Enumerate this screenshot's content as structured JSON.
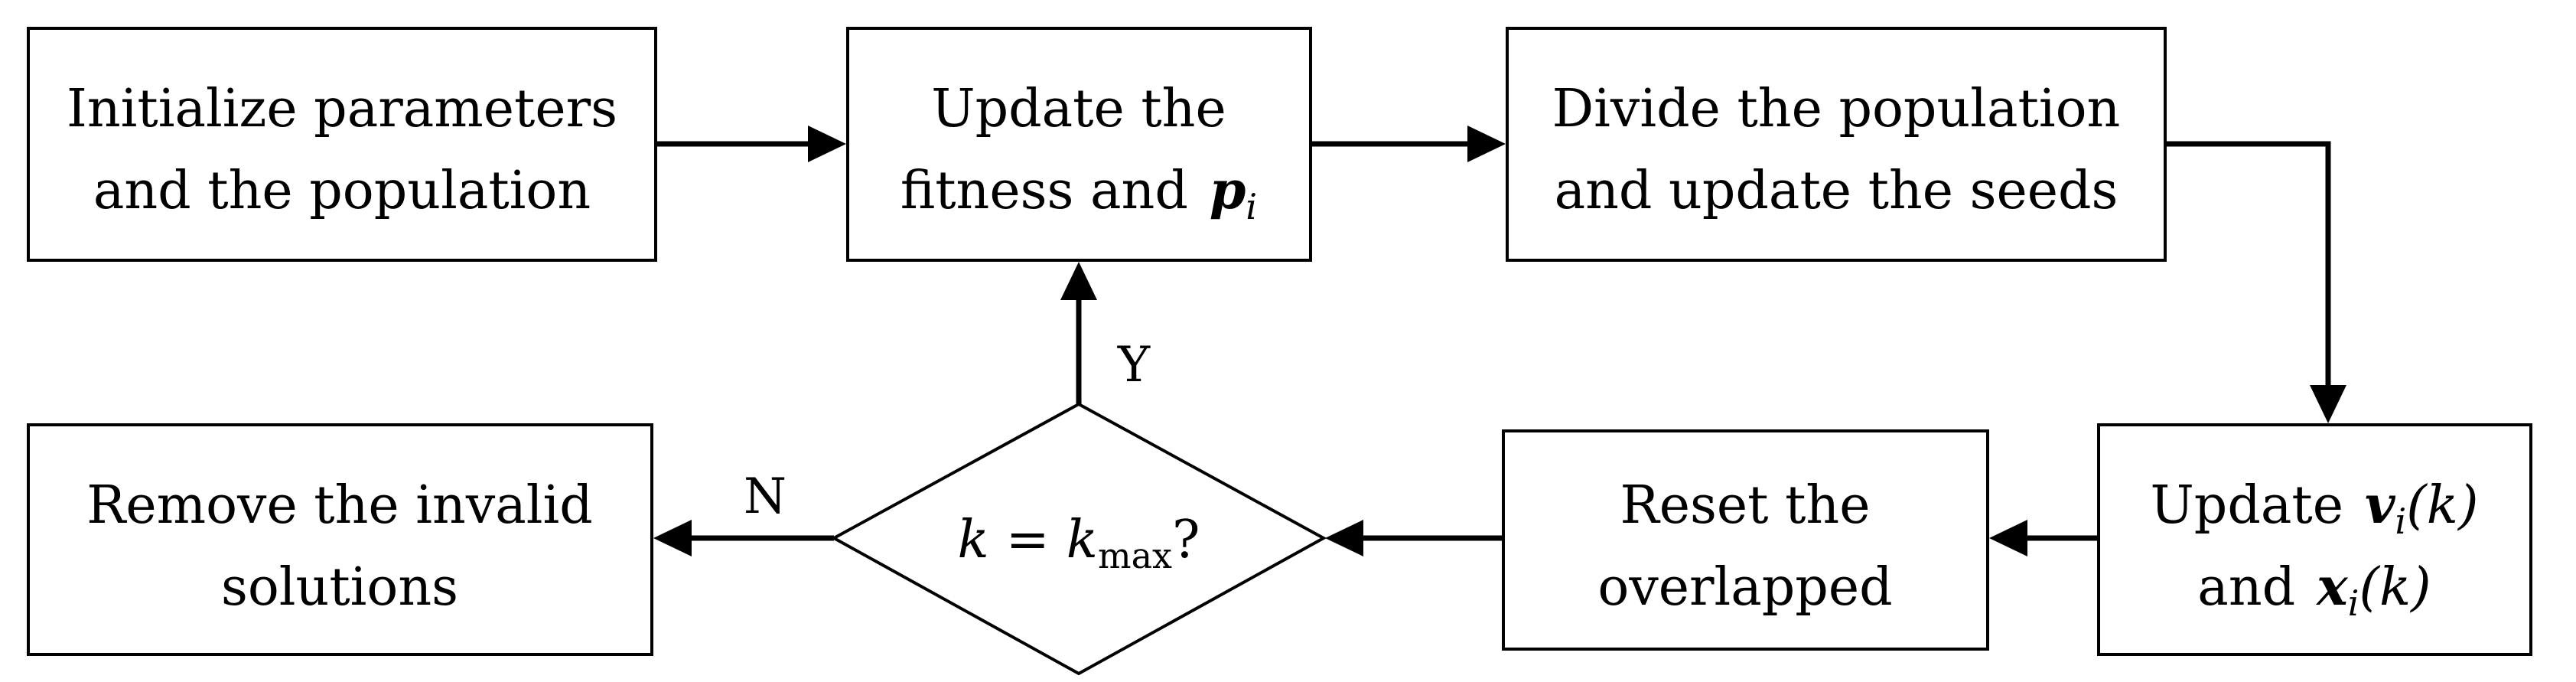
{
  "nodes": {
    "init": {
      "line1": "Initialize parameters",
      "line2": "and the population"
    },
    "update_fitness": {
      "line1": "Update the",
      "line2_text": "fitness and",
      "line2_math": "p",
      "line2_sub": "i"
    },
    "divide": {
      "line1": "Divide the population",
      "line2": "and update the seeds"
    },
    "update_vx": {
      "line1_text": "Update",
      "line1_math": "v",
      "line1_sub": "i",
      "line1_arg": "(k)",
      "line2_text": "and",
      "line2_math": "x",
      "line2_sub": "i",
      "line2_arg": "(k)"
    },
    "reset": {
      "line1": "Reset the",
      "line2": "overlapped"
    },
    "decision": {
      "var": "k",
      "op": "=",
      "rhs_var": "k",
      "rhs_sub": "max",
      "qmark": "?"
    },
    "remove": {
      "line1": "Remove the invalid",
      "line2": "solutions"
    }
  },
  "edges": {
    "yes_label": "Y",
    "no_label": "N"
  },
  "colors": {
    "stroke": "#000000",
    "fill": "#ffffff"
  }
}
